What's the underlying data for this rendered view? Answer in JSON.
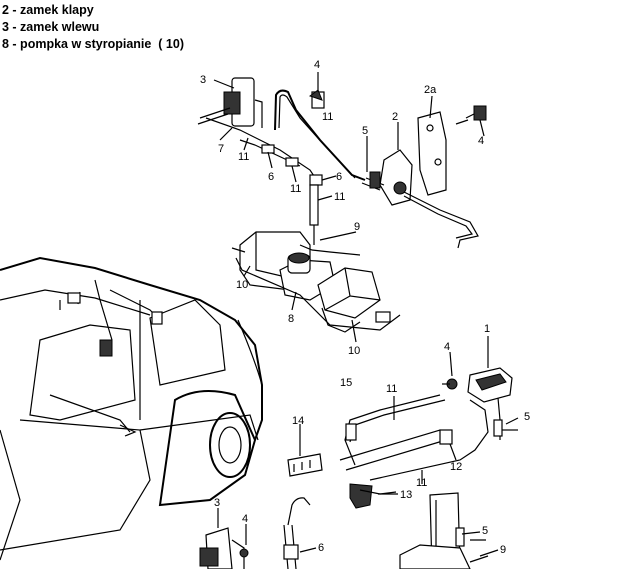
{
  "legend": [
    "2 - zamek klapy",
    "3 - zamek wlewu",
    "8 - pompka w styropianie  ( 10)"
  ],
  "callouts": {
    "c3a": "3",
    "c4a": "4",
    "c2a": "2a",
    "c2": "2",
    "c11a": "11",
    "c5a": "5",
    "c4b": "4",
    "c7": "7",
    "c11b": "11",
    "c6a": "6",
    "c11c": "11",
    "c6b": "6",
    "c11d": "11",
    "c9a": "9",
    "c10a": "10",
    "c8": "8",
    "c10b": "10",
    "c1": "1",
    "c4c": "4",
    "c15": "15",
    "c11e": "11",
    "c5b": "5",
    "c14": "14",
    "c12": "12",
    "c13": "13",
    "c11f": "11",
    "c3b": "3",
    "c4d": "4",
    "c6c": "6",
    "c5c": "5",
    "c9b": "9"
  }
}
